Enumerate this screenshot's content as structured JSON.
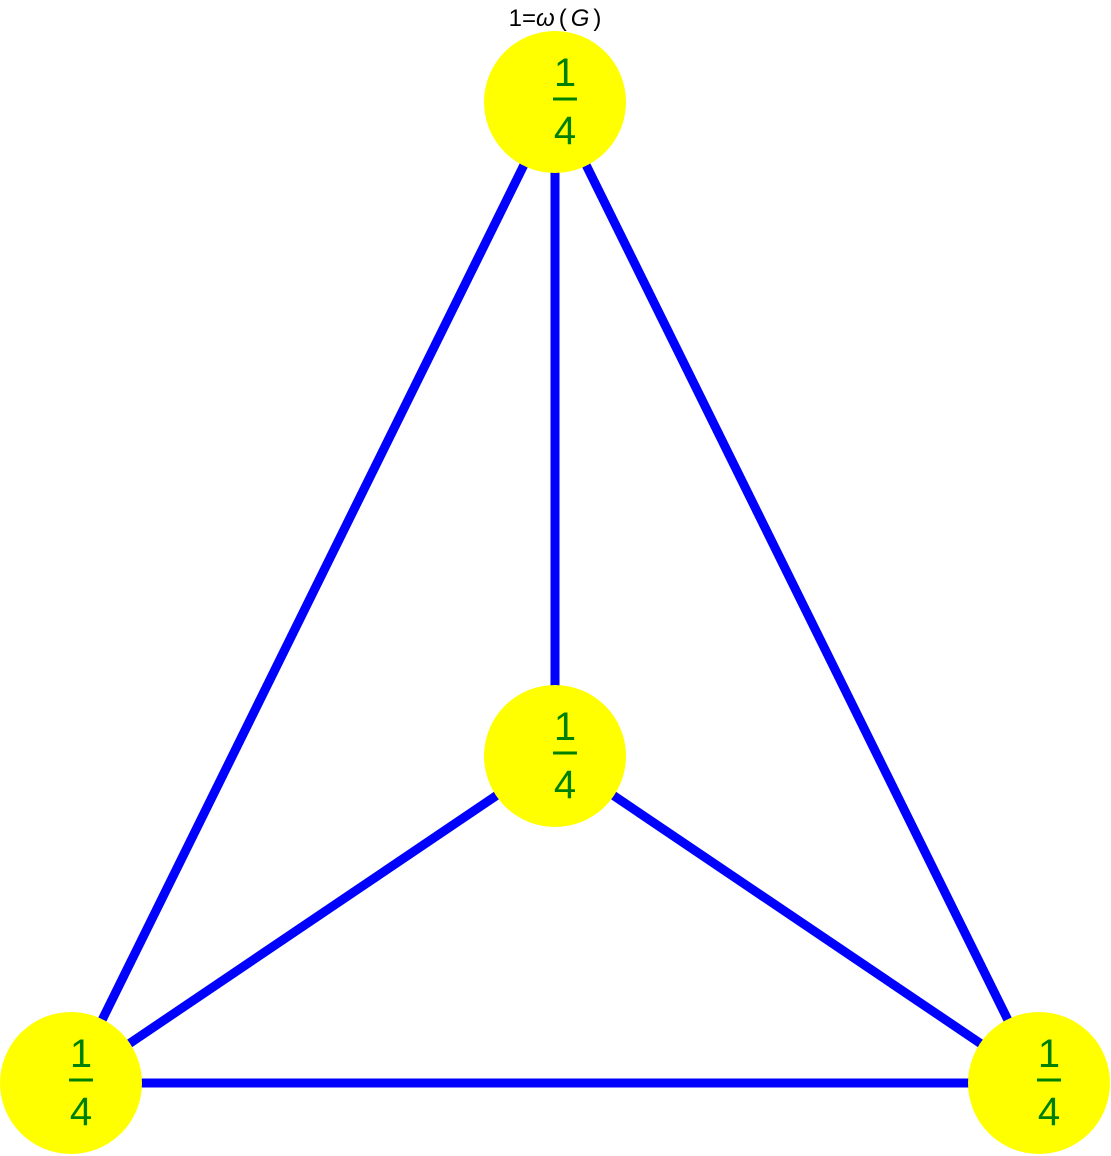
{
  "caption": {
    "lhs": "1",
    "equals": "=",
    "omega": "ω",
    "open_paren": "(",
    "graph_symbol": "G",
    "close_paren": ")"
  },
  "colors": {
    "edge": "#0000ff",
    "node_fill": "#ffff00",
    "node_text": "#008000",
    "caption_text": "#000000"
  },
  "nodes": [
    {
      "id": "top",
      "weight_numerator": "1",
      "weight_denominator": "4"
    },
    {
      "id": "center",
      "weight_numerator": "1",
      "weight_denominator": "4"
    },
    {
      "id": "bottom-left",
      "weight_numerator": "1",
      "weight_denominator": "4"
    },
    {
      "id": "bottom-right",
      "weight_numerator": "1",
      "weight_denominator": "4"
    }
  ],
  "edges": [
    {
      "from": "top",
      "to": "center"
    },
    {
      "from": "top",
      "to": "bottom-left"
    },
    {
      "from": "top",
      "to": "bottom-right"
    },
    {
      "from": "center",
      "to": "bottom-left"
    },
    {
      "from": "center",
      "to": "bottom-right"
    },
    {
      "from": "bottom-left",
      "to": "bottom-right"
    }
  ]
}
